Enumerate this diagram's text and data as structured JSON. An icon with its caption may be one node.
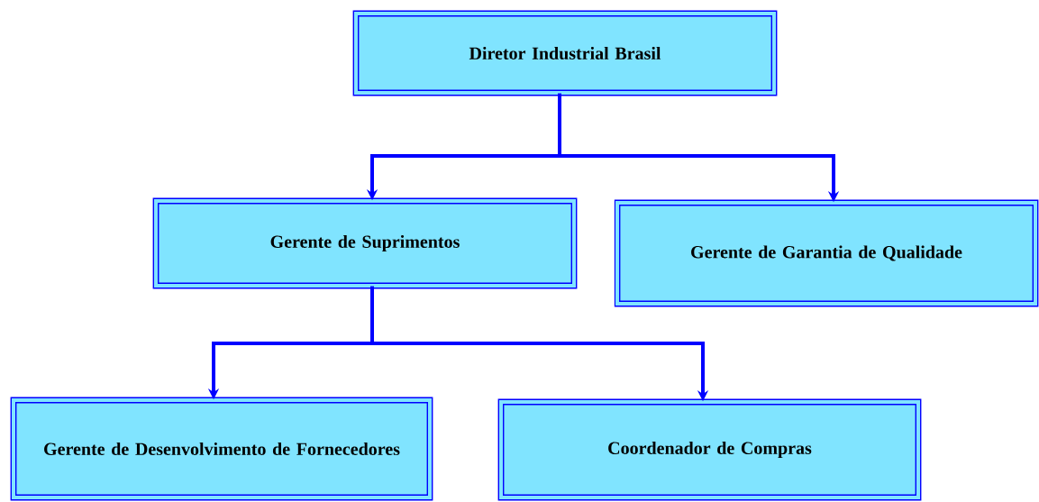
{
  "diagram": {
    "nodes": [
      {
        "text": [
          "Diretor Industrial Brasil"
        ]
      },
      {
        "text": [
          "Gerente de Suprimentos"
        ]
      },
      {
        "text": [
          "Gerente de Garantia de Qualidade"
        ]
      },
      {
        "text": [
          "Gerente de Desenvolvimento de Fornecedores"
        ]
      },
      {
        "text": [
          "Coordenador de Compras"
        ]
      }
    ],
    "edges": [
      {
        "from": 0,
        "to": 1,
        "arrow": "to"
      },
      {
        "from": 0,
        "to": 2,
        "arrow": "to"
      },
      {
        "from": 1,
        "to": 3,
        "arrow": "to"
      },
      {
        "from": 1,
        "to": 4,
        "arrow": "to"
      }
    ]
  }
}
